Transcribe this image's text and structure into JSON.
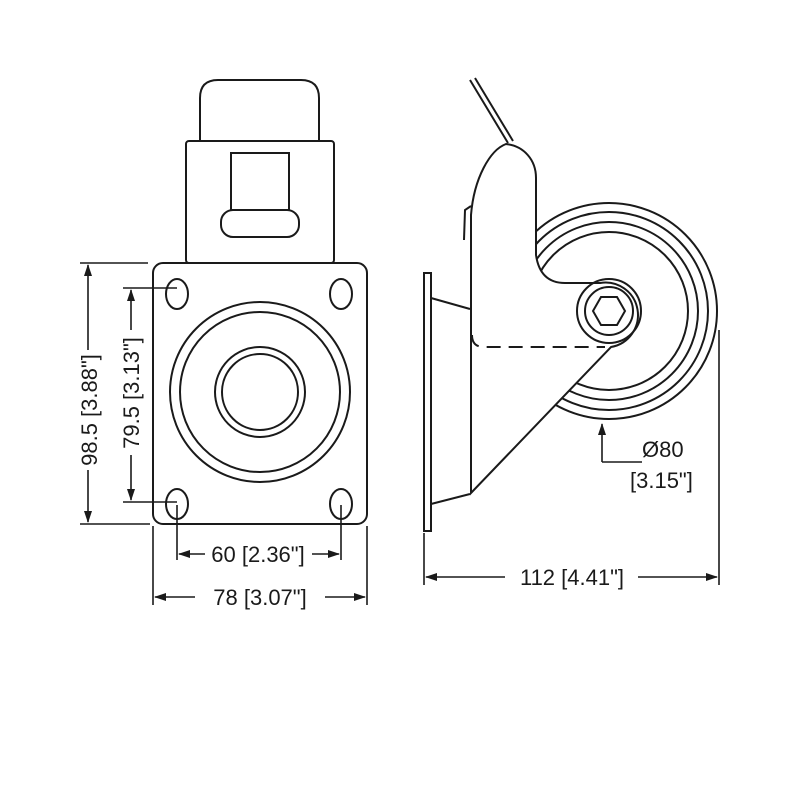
{
  "dimensions": {
    "overall_height": "98.5 [3.88\"]",
    "hole_spacing_vertical": "79.5 [3.13\"]",
    "hole_spacing_horizontal": "60 [2.36\"]",
    "plate_width": "78 [3.07\"]",
    "wheel_diameter": "Ø80",
    "wheel_diameter_in": "[3.15\"]",
    "overall_length": "112 [4.41\"]"
  }
}
